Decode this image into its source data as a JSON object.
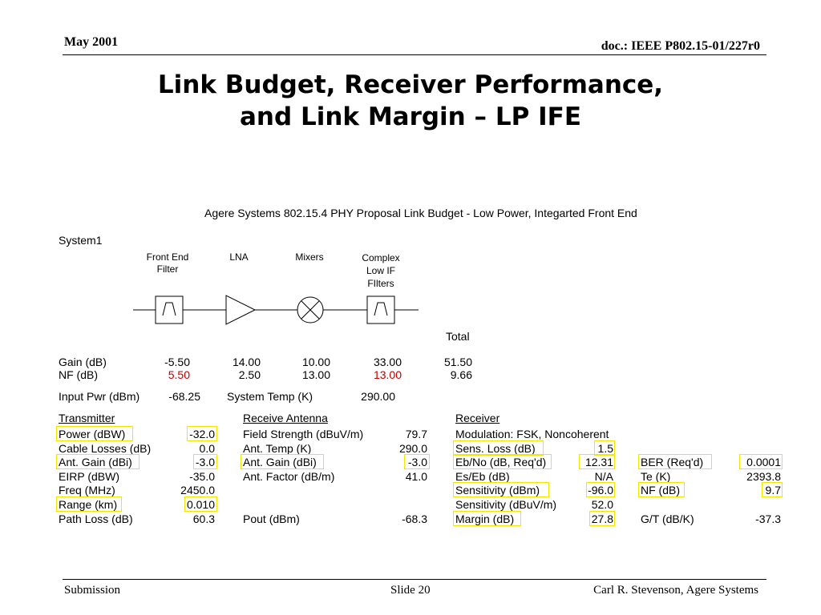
{
  "header": {
    "date": "May 2001",
    "doc": "doc.: IEEE P802.15-01/227r0"
  },
  "title": {
    "line1": "Link Budget, Receiver Performance,",
    "line2": "and Link Margin – LP IFE"
  },
  "figure": {
    "caption": "Agere Systems 802.15.4 PHY Proposal Link Budget - Low Power, Integarted Front End",
    "system_label": "System1",
    "blocks": {
      "front_end_filter": [
        "Front End",
        "Filter"
      ],
      "lna": [
        "LNA"
      ],
      "mixers": [
        "Mixers"
      ],
      "complex_filters": [
        "Complex",
        "Low IF",
        "FIlters"
      ]
    },
    "total_label": "Total",
    "gain": {
      "label": "Gain (dB)",
      "values": [
        "-5.50",
        "14.00",
        "10.00",
        "33.00",
        "51.50"
      ]
    },
    "nf": {
      "label": "NF (dB)",
      "values": [
        "5.50",
        "2.50",
        "13.00",
        "13.00",
        "9.66"
      ]
    },
    "input_pwr": {
      "label": "Input Pwr (dBm)",
      "value": "-68.25"
    },
    "system_temp": {
      "label": "System Temp (K)",
      "value": "290.00"
    },
    "transmitter": {
      "heading": "Transmitter",
      "rows": [
        {
          "label": "Power (dBW)",
          "value": "-32.0"
        },
        {
          "label": "Cable Losses (dB)",
          "value": "0.0"
        },
        {
          "label": "Ant. Gain (dBi)",
          "value": "-3.0"
        },
        {
          "label": "EIRP (dBW)",
          "value": "-35.0"
        },
        {
          "label": "Freq (MHz)",
          "value": "2450.0"
        },
        {
          "label": "Range (km)",
          "value": "0.010"
        },
        {
          "label": "Path Loss (dB)",
          "value": "60.3"
        }
      ]
    },
    "receive_antenna": {
      "heading": "Receive Antenna",
      "rows": [
        {
          "label": "Field Strength (dBuV/m)",
          "value": "79.7"
        },
        {
          "label": "Ant. Temp (K)",
          "value": "290.0"
        },
        {
          "label": "Ant. Gain (dBi)",
          "value": "-3.0"
        },
        {
          "label": "Ant. Factor (dB/m)",
          "value": "41.0"
        },
        {
          "label": "Pout (dBm)",
          "value": "-68.3"
        }
      ]
    },
    "receiver": {
      "heading": "Receiver",
      "modulation": "Modulation:  FSK, Noncoherent",
      "rows": [
        {
          "label": "Sens. Loss (dB)",
          "value": "1.5"
        },
        {
          "label": "Eb/No (dB, Req'd)",
          "value": "12.31"
        },
        {
          "label": "Es/Eb (dB)",
          "value": "N/A"
        },
        {
          "label": "Sensitivity (dBm)",
          "value": "-96.0"
        },
        {
          "label": "Sensitivity (dBuV/m)",
          "value": "52.0"
        },
        {
          "label": "Margin (dB)",
          "value": "27.8"
        }
      ]
    },
    "extra": {
      "rows": [
        {
          "label": "BER (Req'd)",
          "value": "0.0001"
        },
        {
          "label": "Te (K)",
          "value": "2393.8"
        },
        {
          "label": "NF (dB)",
          "value": "9.7"
        },
        {
          "label": "G/T (dB/K)",
          "value": "-37.3"
        }
      ]
    }
  },
  "footer": {
    "left": "Submission",
    "center": "Slide 20",
    "right": "Carl R. Stevenson, Agere Systems"
  },
  "colors": {
    "highlight": "#f2e600",
    "red_values": "#c00000"
  }
}
